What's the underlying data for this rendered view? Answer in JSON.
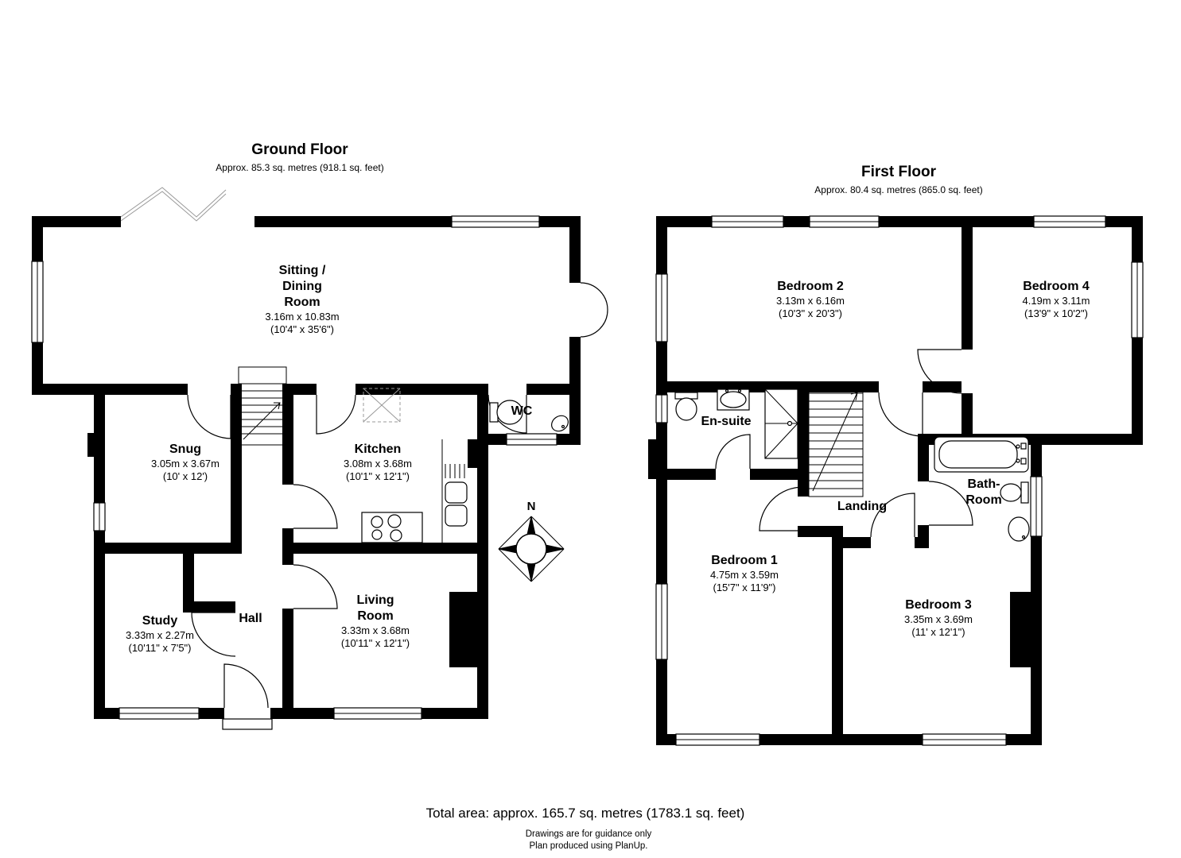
{
  "ground_floor": {
    "title": "Ground Floor",
    "area": "Approx. 85.3 sq. metres (918.1 sq. feet)",
    "rooms": {
      "sitting_dining": {
        "name_line1": "Sitting /",
        "name_line2": "Dining",
        "name_line3": "Room",
        "metric": "3.16m x 10.83m",
        "imperial": "(10'4\" x 35'6\")"
      },
      "snug": {
        "name": "Snug",
        "metric": "3.05m x 3.67m",
        "imperial": "(10' x 12')"
      },
      "kitchen": {
        "name": "Kitchen",
        "metric": "3.08m x 3.68m",
        "imperial": "(10'1\" x 12'1\")"
      },
      "wc": {
        "name": "WC"
      },
      "study": {
        "name": "Study",
        "metric": "3.33m x 2.27m",
        "imperial": "(10'11\" x 7'5\")"
      },
      "hall": {
        "name": "Hall"
      },
      "living": {
        "name_line1": "Living",
        "name_line2": "Room",
        "metric": "3.33m x 3.68m",
        "imperial": "(10'11\" x 12'1\")"
      }
    }
  },
  "first_floor": {
    "title": "First Floor",
    "area": "Approx. 80.4 sq. metres (865.0 sq. feet)",
    "rooms": {
      "bedroom2": {
        "name": "Bedroom 2",
        "metric": "3.13m x 6.16m",
        "imperial": "(10'3\" x 20'3\")"
      },
      "bedroom4": {
        "name": "Bedroom 4",
        "metric": "4.19m x 3.11m",
        "imperial": "(13'9\" x 10'2\")"
      },
      "ensuite": {
        "name": "En-suite"
      },
      "landing": {
        "name": "Landing"
      },
      "bathroom": {
        "name_line1": "Bath-",
        "name_line2": "Room"
      },
      "bedroom1": {
        "name": "Bedroom 1",
        "metric": "4.75m x 3.59m",
        "imperial": "(15'7\" x 11'9\")"
      },
      "bedroom3": {
        "name": "Bedroom 3",
        "metric": "3.35m x 3.69m",
        "imperial": "(11' x 12'1\")"
      }
    }
  },
  "compass": {
    "north_label": "N"
  },
  "footer": {
    "total_area": "Total area: approx. 165.7 sq. metres (1783.1 sq. feet)",
    "disclaimer": "Drawings are for guidance only",
    "credit": "Plan produced using PlanUp."
  }
}
